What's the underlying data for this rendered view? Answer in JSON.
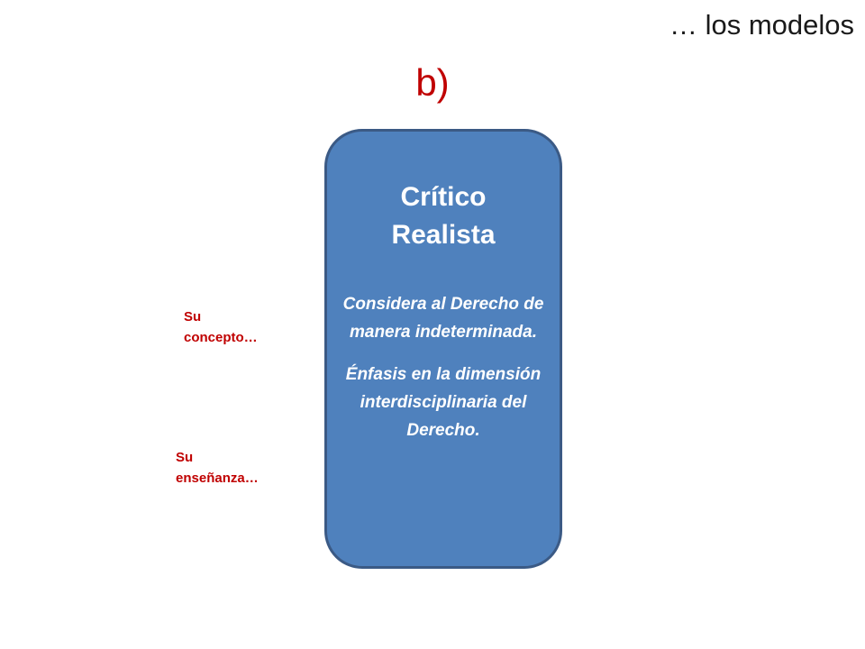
{
  "slide": {
    "header": "… los modelos",
    "subtitle": "b)"
  },
  "card": {
    "title_line1": "Crítico",
    "title_line2": "Realista",
    "text_concept": "Considera al Derecho de manera indeterminada.",
    "text_teaching": "Énfasis en la dimensión interdisciplinaria del Derecho."
  },
  "side_labels": {
    "concept": "Su\nconcepto…",
    "teaching": "Su\nenseñanza…"
  },
  "colors": {
    "accent_red": "#c00000",
    "card_fill": "#4f81bd",
    "card_border": "#3b5a85"
  }
}
